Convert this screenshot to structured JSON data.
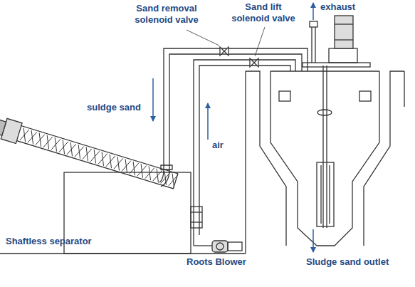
{
  "diagram": {
    "labels": [
      "Sand removal solenoid valve",
      "Sand lift solenoid valve",
      "exhaust",
      "suldge sand",
      "air",
      "Shaftless separator",
      "Roots Blower",
      "Sludge sand outlet"
    ]
  }
}
